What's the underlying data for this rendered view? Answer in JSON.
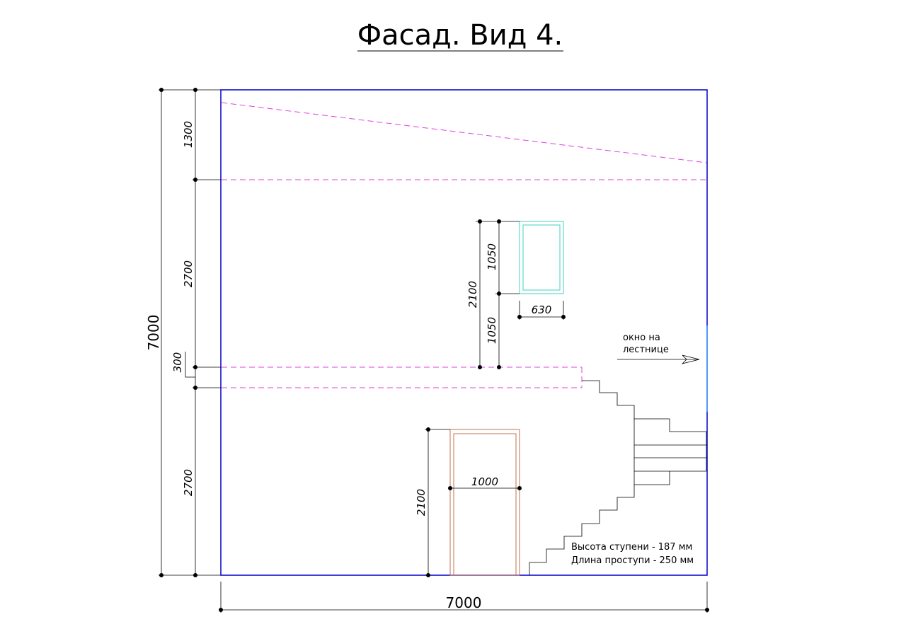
{
  "title": "Фасад. Вид 4.",
  "dimensions": {
    "overall_height": "7000",
    "overall_width": "7000",
    "roof_height": "1300",
    "upper_floor_height": "2700",
    "slab_thickness": "300",
    "lower_floor_height": "2700",
    "window_sill_total": "2100",
    "window_height": "1050",
    "window_sill_height": "1050",
    "window_width": "630",
    "door_height": "2100",
    "door_width": "1000"
  },
  "annotations": {
    "stair_window_line1": "окно на",
    "stair_window_line2": "лестнице",
    "step_height": "Высота ступени - 187 мм",
    "tread_length": "Длина проступи - 250 мм"
  },
  "colors": {
    "facade_outline": "#0000cc",
    "hidden_lines": "#e040e0",
    "window": "#40d0c0",
    "door": "#c07050",
    "stair_window": "#40a0ff",
    "stairs": "#000000"
  }
}
